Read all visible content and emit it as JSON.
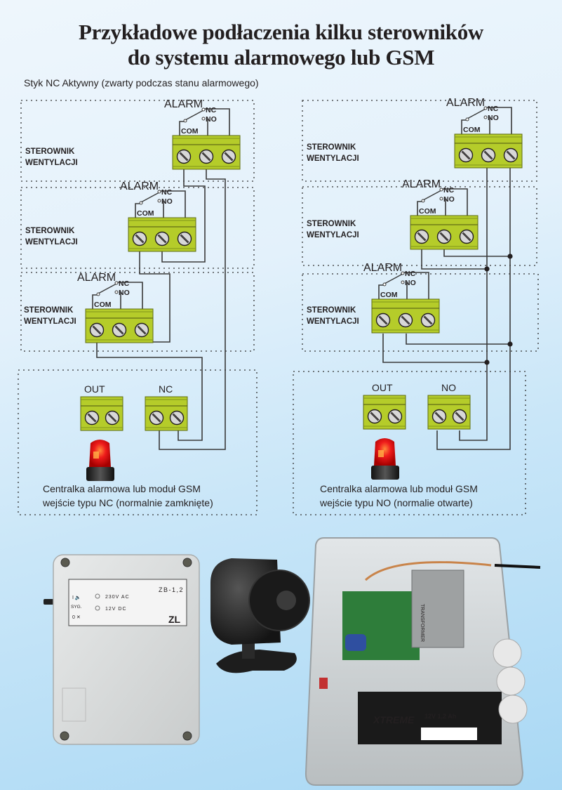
{
  "header": {
    "title_line1": "Przykładowe podłaczenia kilku sterowników",
    "title_line2": "do systemu alarmowego lub GSM",
    "subtitle": "Styk NC Aktywny (zwarty podczas stanu alarmowego)"
  },
  "colors": {
    "terminal_green": "#b5cc2a",
    "terminal_dark": "#7f931a",
    "wire": "#3a3a3a",
    "dotted_border": "#333333",
    "beacon_red": "#e01010"
  },
  "controller": {
    "name_line1": "STEROWNIK",
    "name_line2": "WENTYLACJI",
    "relay_label": "ALARM",
    "contact_nc": "NC",
    "contact_no": "NO",
    "contact_com": "COM"
  },
  "left_diagram": {
    "wiring": "series",
    "controllers_count": 3,
    "panel": {
      "out_label": "OUT",
      "input_label": "NC",
      "caption_line1": "Centralka alarmowa lub moduł GSM",
      "caption_line2": "wejście typu NC (normalnie zamknięte)"
    }
  },
  "right_diagram": {
    "wiring": "parallel",
    "controllers_count": 3,
    "panel": {
      "out_label": "OUT",
      "input_label": "NO",
      "caption_line1": "Centralka alarmowa lub moduł GSM",
      "caption_line2": "wejście typu NO (normalie otwarte)"
    }
  },
  "photos": {
    "zb_box": {
      "model": "ZB-1,2",
      "led1": "230V AC",
      "led2": "12V DC",
      "switch_label": "SYG.",
      "switch_on": "I",
      "switch_off": "0",
      "logo": "ZL"
    },
    "siren": {
      "name": "siren-speaker"
    },
    "gsm_box": {
      "battery_brand": "XTREME",
      "battery_spec": "12V 1,2 Ah",
      "transformer_label": "TRANSFORMER"
    }
  }
}
